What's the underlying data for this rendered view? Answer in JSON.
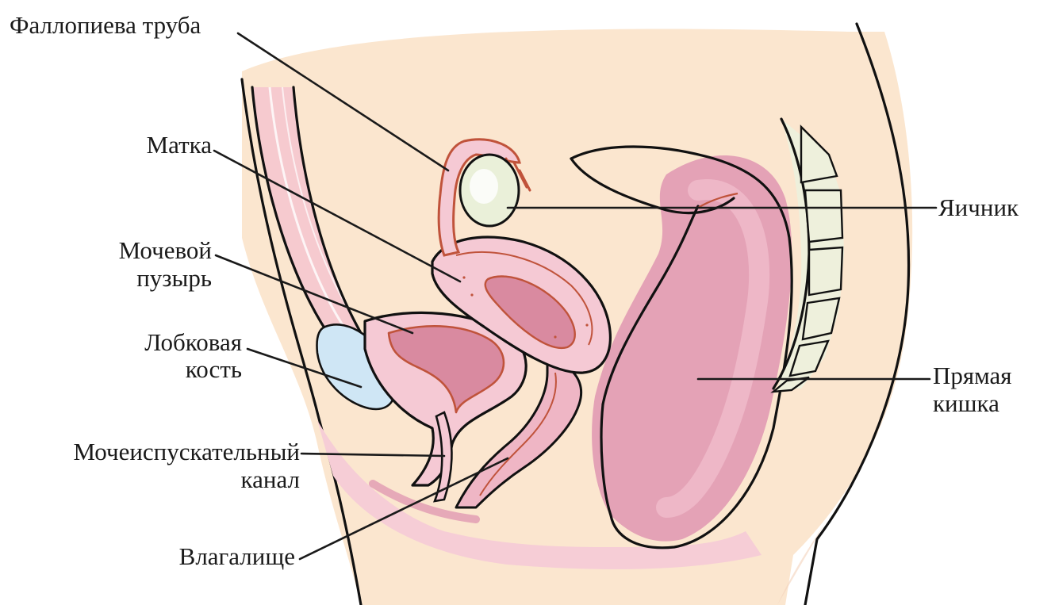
{
  "labels": {
    "fallopian_tube": "Фаллопиева труба",
    "uterus": "Матка",
    "bladder_line1": "Мочевой",
    "bladder_line2": "пузырь",
    "pubic_bone_line1": "Лобковая",
    "pubic_bone_line2": "кость",
    "urethra_line1": "Мочеиспускательный",
    "urethra_line2": "канал",
    "vagina": "Влагалище",
    "ovary": "Яичник",
    "rectum_line1": "Прямая",
    "rectum_line2": "кишка"
  },
  "colors": {
    "skin": "#fbe6cf",
    "skin_shadow": "#f3d2bb",
    "organ_pink": "#f5c9d4",
    "organ_pink_light": "#fadbe3",
    "organ_mid": "#e79cb1",
    "organ_dark": "#d98aa0",
    "organ_line": "#c0533b",
    "bone_blue": "#cfe6f5",
    "vertebra": "#eef0dc",
    "outline": "#111111"
  }
}
